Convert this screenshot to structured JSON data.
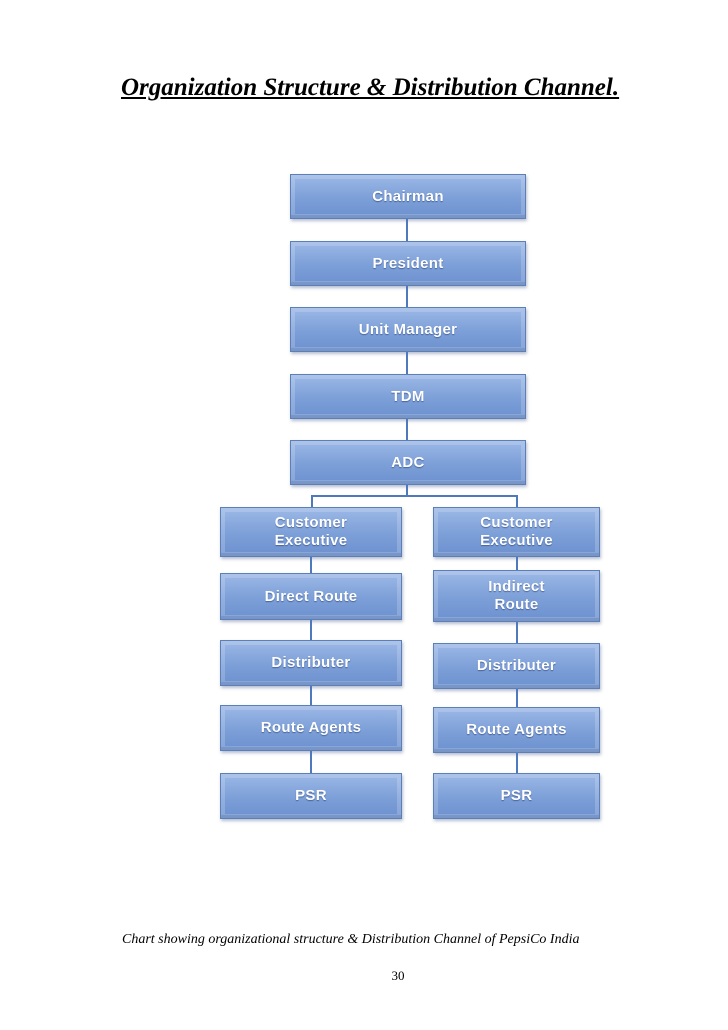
{
  "page": {
    "heading": "Organization Structure & Distribution Channel.",
    "caption": "Chart showing organizational structure & Distribution Channel of PepsiCo India",
    "page_number": "30"
  },
  "org_chart": {
    "trunk": [
      "Chairman",
      "President",
      "Unit Manager",
      "TDM",
      "ADC"
    ],
    "left_branch": [
      "Customer\nExecutive",
      "Direct Route",
      "Distributer",
      "Route Agents",
      "PSR"
    ],
    "right_branch": [
      "Customer\nExecutive",
      "Indirect\nRoute",
      "Distributer",
      "Route Agents",
      "PSR"
    ]
  },
  "colors": {
    "box_fill": "#7c9fd8",
    "box_text": "#ffffff",
    "connector": "#4f79bd"
  }
}
